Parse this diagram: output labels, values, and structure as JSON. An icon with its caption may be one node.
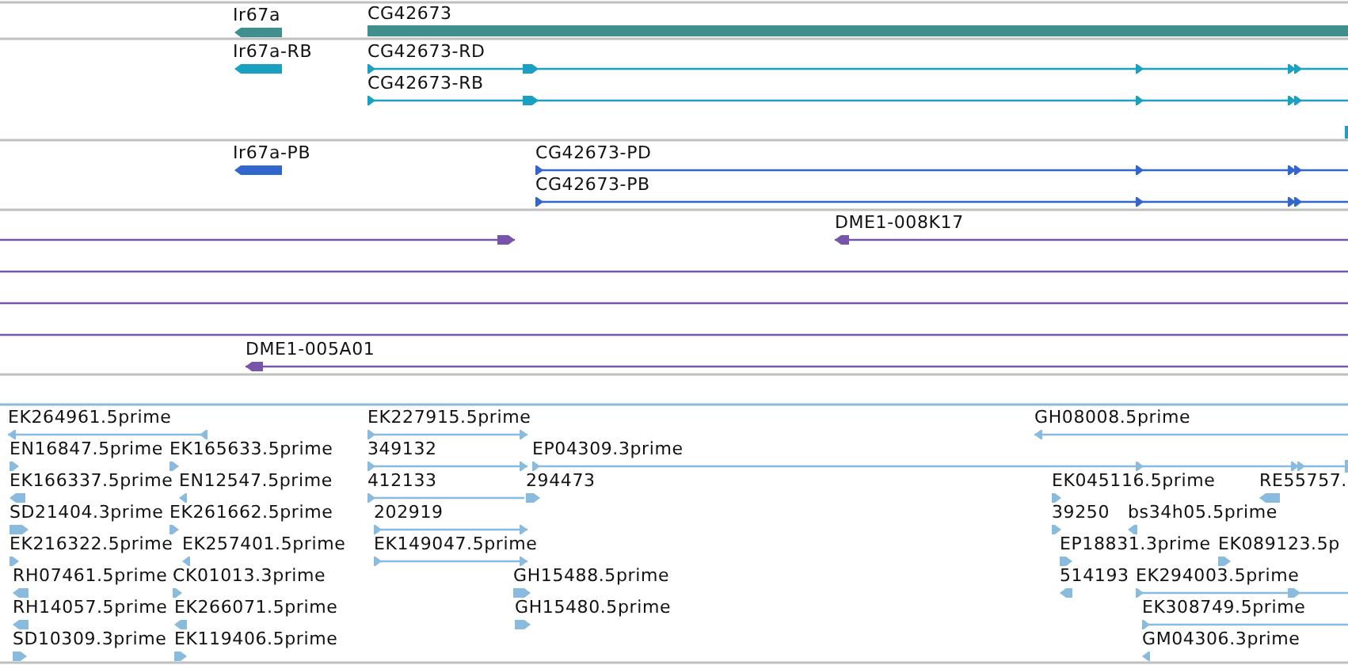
{
  "diagram": {
    "labels": [
      "Ir67a",
      "CG42673",
      "Ir67a-RB",
      "CG42673-RD",
      "CG42673-RB",
      "Ir67a-PB",
      "CG42673-PD",
      "CG42673-PB",
      "DME1-008K17",
      "DME1-005A01",
      "EK264961.5prime",
      "EK227915.5prime",
      "GH08008.5prime",
      "EN16847.5prime",
      "EK165633.5prime",
      "349132",
      "EP04309.3prime",
      "EK166337.5prime",
      "EN12547.5prime",
      "412133",
      "294473",
      "EK045116.5prime",
      "RE55757.",
      "SD21404.3prime",
      "EK261662.5prime",
      "202919",
      "39250",
      "bs34h05.5prime",
      "EK216322.5prime",
      "EK257401.5prime",
      "EK149047.5prime",
      "EP18831.3prime",
      "EK089123.5p",
      "RH07461.5prime",
      "CK01013.3prime",
      "GH15488.5prime",
      "514193",
      "EK294003.5prime",
      "RH14057.5prime",
      "EK266071.5prime",
      "GH15480.5prime",
      "EK308749.5prime",
      "SD10309.3prime",
      "EK119406.5prime",
      "GM04306.3prime"
    ]
  }
}
